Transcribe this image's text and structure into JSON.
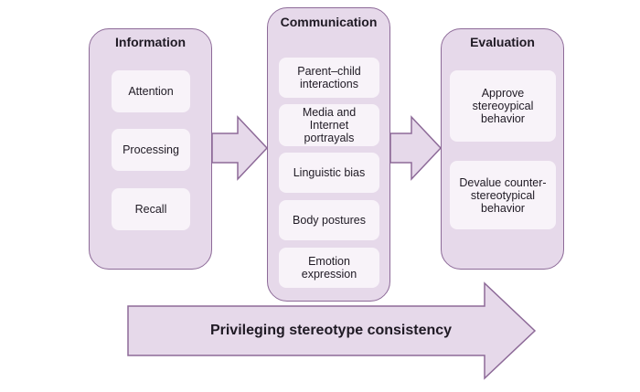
{
  "columns": {
    "information": {
      "title": "Information",
      "items": [
        "Attention",
        "Processing",
        "Recall"
      ]
    },
    "communication": {
      "title": "Communication",
      "items": [
        "Parent–child\ninteractions",
        "Media and\nInternet\nportrayals",
        "Linguistic bias",
        "Body postures",
        "Emotion\nexpression"
      ]
    },
    "evaluation": {
      "title": "Evaluation",
      "items": [
        "Approve\nstereoypical\nbehavior",
        "Devalue counter-\nstereotypical\nbehavior"
      ]
    }
  },
  "banner": {
    "label": "Privileging stereotype consistency"
  },
  "colors": {
    "panel_fill": "#e6d9ea",
    "panel_border": "#8d6a98",
    "card_fill": "#f8f3f9",
    "arrow_fill": "#e6d9ea"
  }
}
